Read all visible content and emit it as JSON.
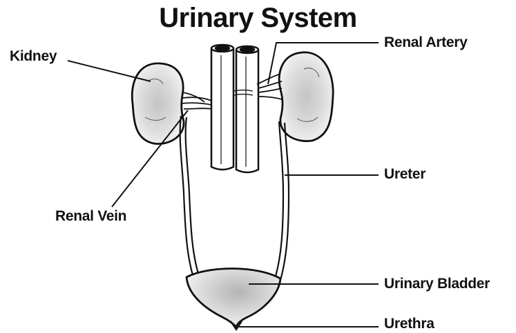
{
  "title": "Urinary System",
  "labels": {
    "kidney": "Kidney",
    "renal_artery": "Renal Artery",
    "renal_vein": "Renal Vein",
    "ureter": "Ureter",
    "urinary_bladder": "Urinary Bladder",
    "urethra": "Urethra"
  },
  "colors": {
    "ink": "#111111",
    "organ_fill": "#e6e6e6",
    "shade": "#b9b9b9"
  }
}
